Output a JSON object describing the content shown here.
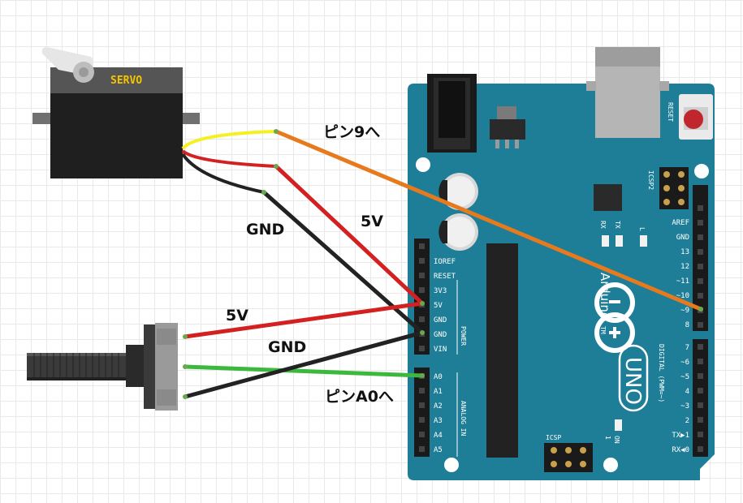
{
  "servo": {
    "label": "SERVO"
  },
  "arduino": {
    "brand": "Arduino",
    "tm": "TM",
    "model": "UNO",
    "on_label": "ON",
    "l_label": "L",
    "tx_label": "TX",
    "rx_label": "RX",
    "reset_label": "RESET",
    "icsp2_label": "ICSP2",
    "icsp_label": "ICSP",
    "icsp_pin_mark": "1",
    "power_section": "POWER",
    "analog_section": "ANALOG IN",
    "digital_section": "DIGITAL (PWM=~)",
    "power_pins": [
      "IOREF",
      "RESET",
      "3V3",
      "5V",
      "GND",
      "GND",
      "VIN"
    ],
    "analog_pins": [
      "A0",
      "A1",
      "A2",
      "A3",
      "A4",
      "A5"
    ],
    "digital_top_pins": [
      "AREF",
      "GND",
      "13",
      "12",
      "~11",
      "~10",
      "~9",
      "8"
    ],
    "digital_bottom_pins": [
      "7",
      "~6",
      "~5",
      "4",
      "~3",
      "2",
      "TX▶1",
      "RX◀0"
    ]
  },
  "labels": {
    "pin9": "ピン9へ",
    "servo_5v": "5V",
    "servo_gnd": "GND",
    "pot_5v": "5V",
    "pot_gnd": "GND",
    "pinA0": "ピンA0へ"
  },
  "wire_colors": {
    "signal_servo": "#e87a1e",
    "power": "#d32020",
    "ground": "#222222",
    "signal_pot": "#3cb83c",
    "servo_signal_lead": "#f5f020"
  },
  "board_color": "#1f7e97"
}
